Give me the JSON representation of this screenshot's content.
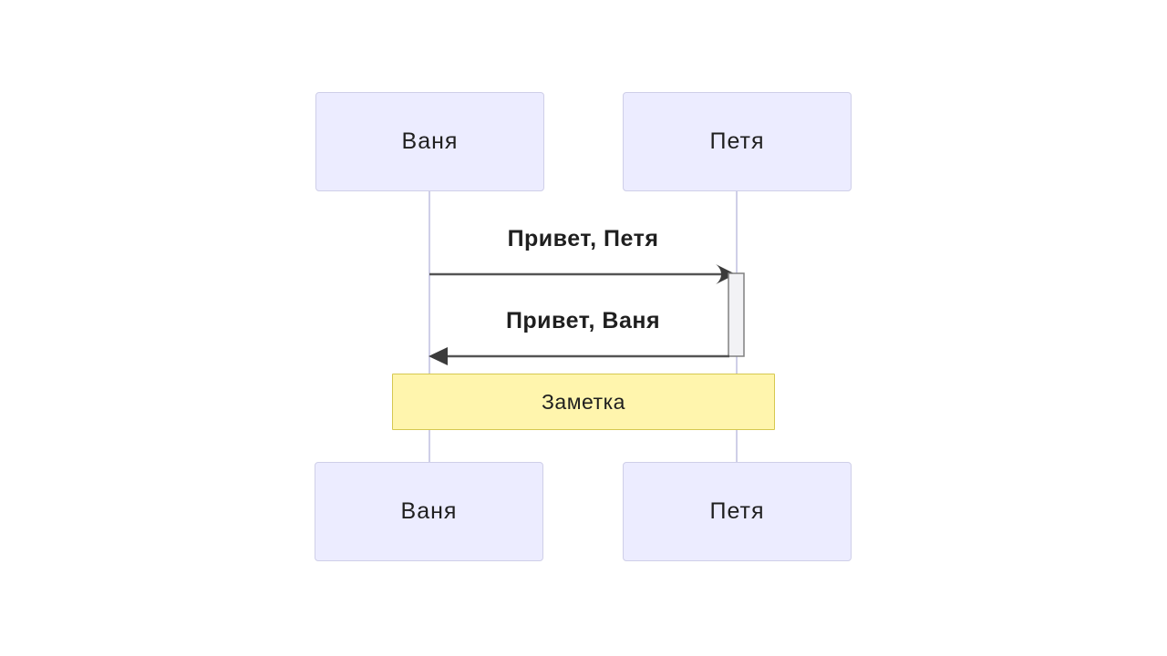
{
  "diagram": {
    "type": "sequence-diagram",
    "actors": [
      {
        "label": "Ваня"
      },
      {
        "label": "Петя"
      }
    ],
    "messages": [
      {
        "from": "Ваня",
        "to": "Петя",
        "label": "Привет, Петя",
        "line": "solid",
        "arrowhead": "barbed",
        "direction": "right"
      },
      {
        "from": "Петя",
        "to": "Ваня",
        "label": "Привет, Ваня",
        "line": "solid",
        "arrowhead": "filled-triangle",
        "direction": "left"
      }
    ],
    "activation": {
      "actor": "Петя"
    },
    "note": {
      "label": "Заметка",
      "position": "over Ваня, Петя"
    },
    "colors": {
      "actor_fill": "#ECECFF",
      "actor_border": "#CFCFE8",
      "lifeline": "#CFCFE8",
      "note_fill": "#FFF5AD",
      "note_border": "#D6C850",
      "activation_fill": "#F2F2F5",
      "activation_border": "#808080",
      "arrow": "#545454",
      "arrowhead": "#3B3B3B",
      "text": "#1F1F1F"
    }
  }
}
